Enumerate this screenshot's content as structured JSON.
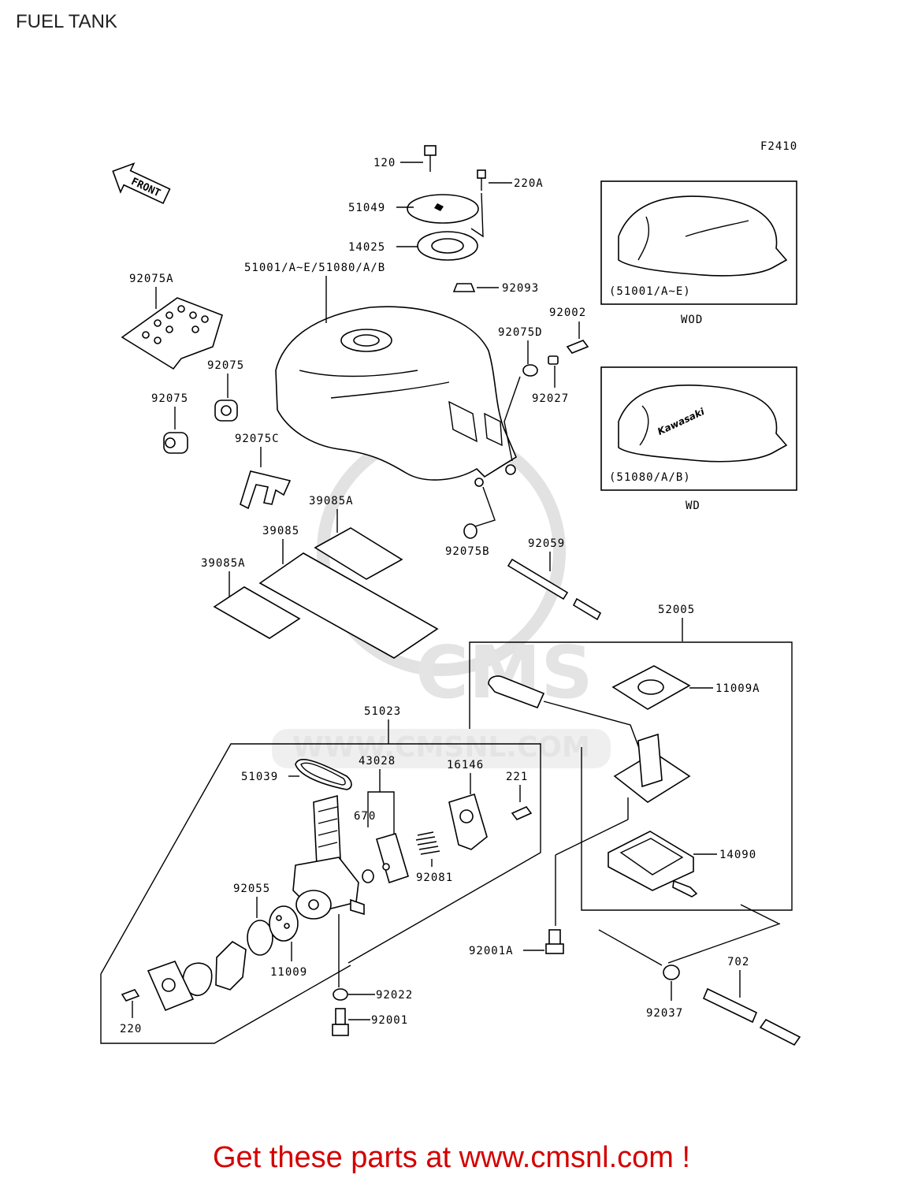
{
  "title": "FUEL TANK",
  "footer": "Get these parts at www.cmsnl.com !",
  "figure_code": "F2410",
  "front_label": "FRONT",
  "watermark": {
    "brand": "CMS",
    "url": "WWW.CMSNL.COM"
  },
  "variants": [
    {
      "code": "(51001/A~E)",
      "caption": "WOD"
    },
    {
      "code": "(51080/A/B)",
      "caption": "WD",
      "decal": "Kawasaki"
    }
  ],
  "parts": {
    "p120": "120",
    "p220A": "220A",
    "p51049": "51049",
    "p14025": "14025",
    "p51001": "51001/A~E/51080/A/B",
    "p92093": "92093",
    "p92075A": "92075A",
    "p92002": "92002",
    "p92075D": "92075D",
    "p92075": "92075",
    "p92075b2": "92075",
    "p92027": "92027",
    "p92075C": "92075C",
    "p39085A": "39085A",
    "p39085": "39085",
    "p39085A2": "39085A",
    "p92059": "92059",
    "p92075B": "92075B",
    "p52005": "52005",
    "p11009A": "11009A",
    "p51023": "51023",
    "p43028": "43028",
    "p51039": "51039",
    "p16146": "16146",
    "p221": "221",
    "p670": "670",
    "p14090": "14090",
    "p92081": "92081",
    "p92055": "92055",
    "p11009": "11009",
    "p92001A": "92001A",
    "p702": "702",
    "p92022": "92022",
    "p92001": "92001",
    "p92037": "92037",
    "p220": "220"
  }
}
